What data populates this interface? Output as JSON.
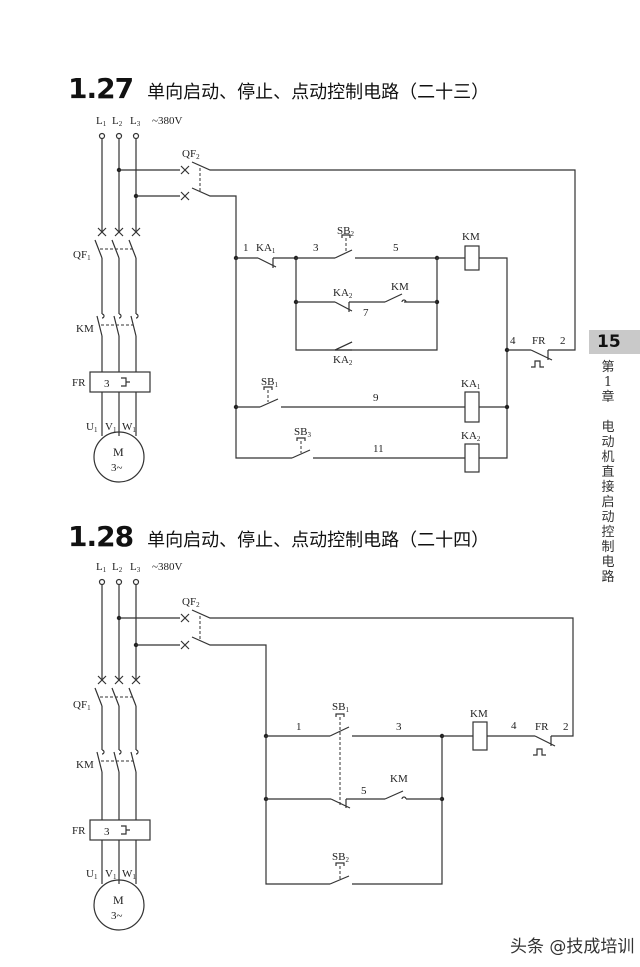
{
  "page": {
    "number": "15",
    "side_label": [
      "第",
      "1",
      "章",
      "",
      "电",
      "动",
      "机",
      "直",
      "接",
      "启",
      "动",
      "控",
      "制",
      "电",
      "路"
    ],
    "watermark": "头条 @技成培训"
  },
  "sections": [
    {
      "number": "1.27",
      "title": "单向启动、停止、点动控制电路（二十三）",
      "labels": {
        "L1": "L",
        "L2": "L",
        "L3": "L",
        "s1": "1",
        "s2": "2",
        "s3": "3",
        "voltage": "~380V",
        "qf2": "QF",
        "qf2s": "2",
        "qf1": "QF",
        "qf1s": "1",
        "km": "KM",
        "fr": "FR",
        "fr3": "3",
        "u": "U",
        "v": "V",
        "w": "W",
        "sub1": "1",
        "motor": "M",
        "motor_phase": "3~",
        "n1": "1",
        "n3": "3",
        "n5": "5",
        "n7": "7",
        "n9": "9",
        "n11": "11",
        "n4": "4",
        "n2": "2",
        "ka1": "KA",
        "ka2": "KA",
        "sb1": "SB",
        "sb2": "SB",
        "sb3": "SB",
        "kmcoil": "KM",
        "kmc": "KM",
        "frc": "FR"
      }
    },
    {
      "number": "1.28",
      "title": "单向启动、停止、点动控制电路（二十四）",
      "labels": {
        "voltage": "~380V",
        "n1": "1",
        "n3": "3",
        "n5": "5",
        "n4": "4",
        "n2": "2",
        "sb1": "SB",
        "sb2": "SB",
        "kmcoil": "KM",
        "kmc": "KM",
        "frc": "FR"
      }
    }
  ]
}
